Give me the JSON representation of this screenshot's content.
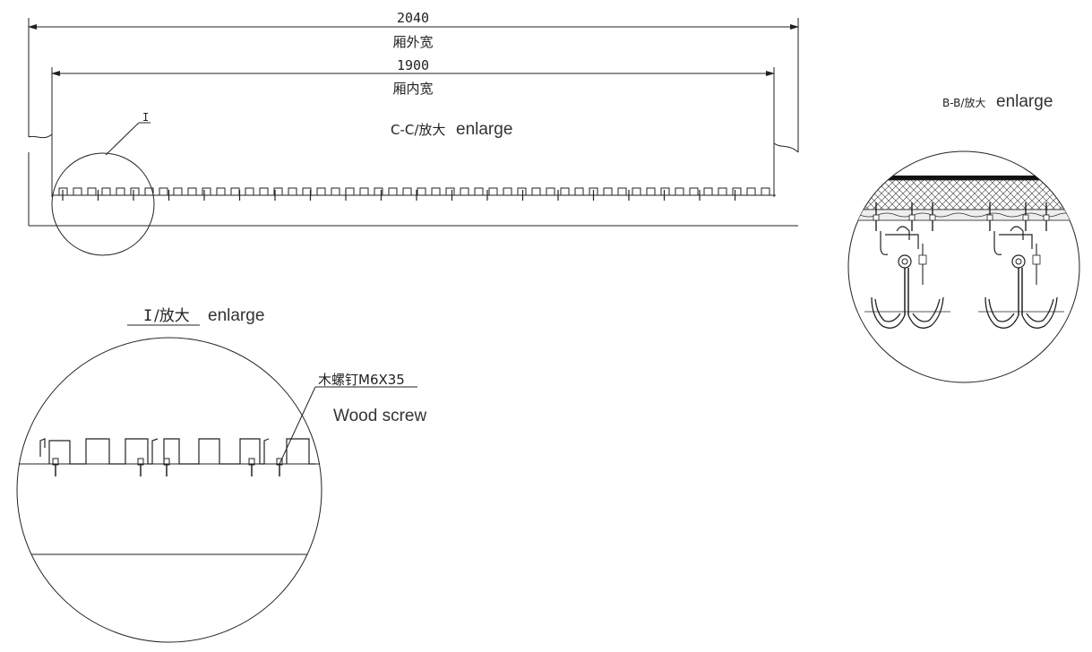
{
  "top_view": {
    "outer_width_value": "2040",
    "outer_width_label": "厢外宽",
    "inner_width_value": "1900",
    "inner_width_label": "厢内宽",
    "section_label_cn": "C-C/放大",
    "section_label_en": "enlarge",
    "callout_mark": "I"
  },
  "detail_I": {
    "title_mark": "I",
    "title_cn": "/放大",
    "title_en": "enlarge",
    "screw_label": "木螺钉M6X35",
    "screw_label_en": "Wood screw"
  },
  "detail_BB": {
    "title_cn": "B-B/放大",
    "title_en": "enlarge"
  }
}
